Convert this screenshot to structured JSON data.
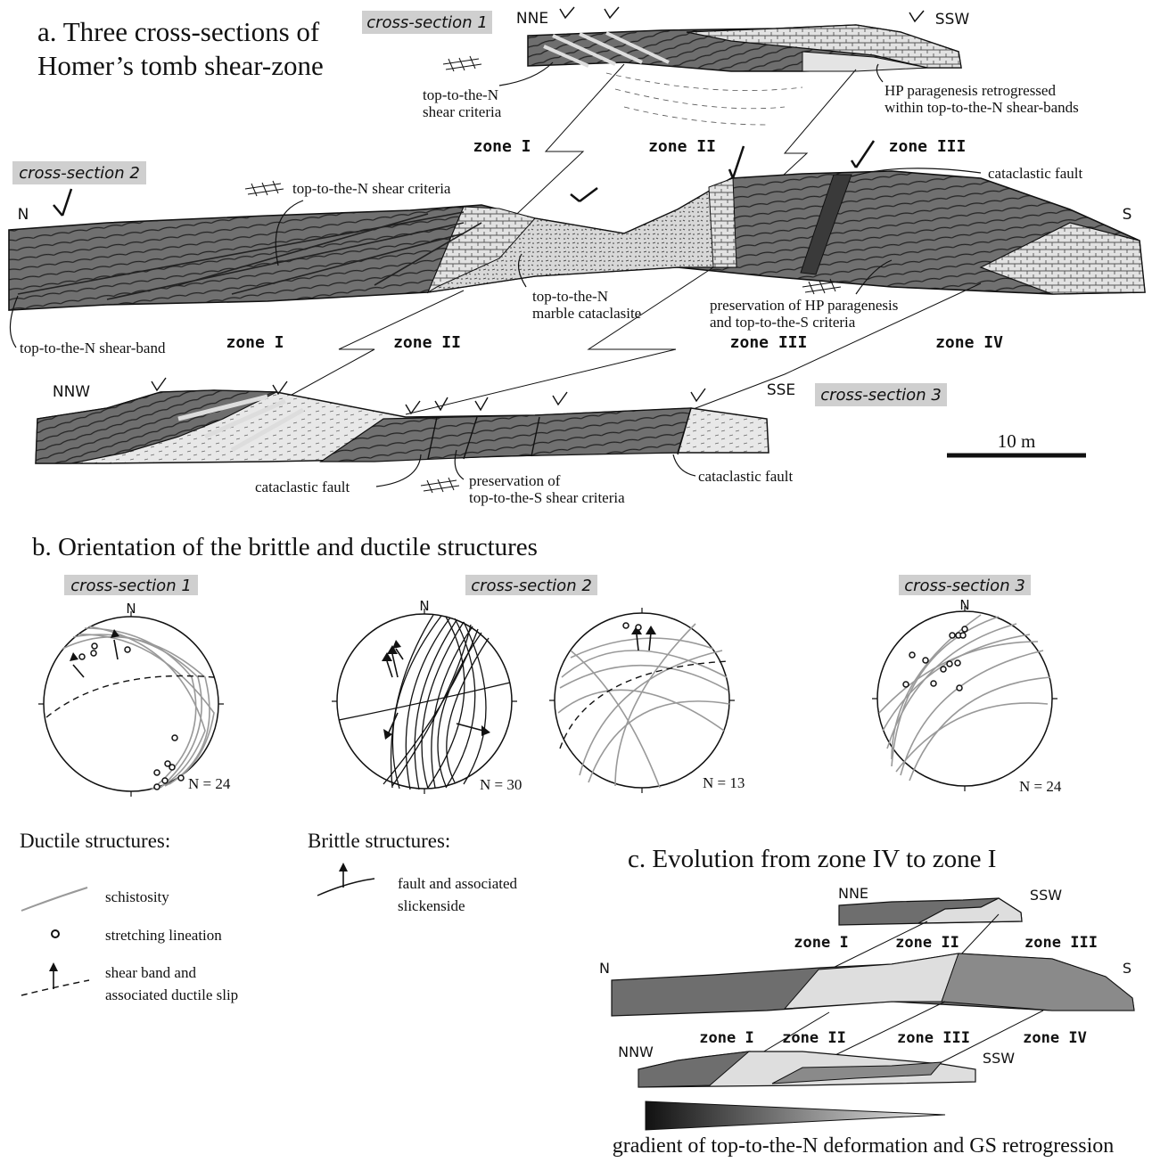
{
  "panel_a": {
    "title_line1": "a. Three cross-sections of",
    "title_line2": "Homer’s tomb shear-zone",
    "xs1": {
      "tag": "cross-section 1",
      "left": "NNE",
      "right": "SSW",
      "ann_shear": [
        "top-to-the-N",
        "shear criteria"
      ],
      "ann_hp": [
        "HP paragenesis retrogressed",
        "within top-to-the-N shear-bands"
      ]
    },
    "xs2": {
      "tag": "cross-section 2",
      "left": "N",
      "right": "S",
      "ann_top": "top-to-the-N shear criteria",
      "ann_cataclastic": "cataclastic fault",
      "ann_shearband": "top-to-the-N shear-band",
      "ann_marble": [
        "top-to-the-N",
        "marble cataclasite"
      ],
      "ann_hp": [
        "preservation of HP paragenesis",
        "and top-to-the-S criteria"
      ]
    },
    "xs3": {
      "tag": "cross-section 3",
      "left": "NNW",
      "right": "SSE",
      "ann_fault_left": "cataclastic fault",
      "ann_fault_right": "cataclastic fault",
      "ann_topS": [
        "preservation of",
        "top-to-the-S shear criteria"
      ]
    },
    "zones_upper": [
      "zone I",
      "zone II",
      "zone III"
    ],
    "zones_lower": [
      "zone I",
      "zone II",
      "zone III",
      "zone IV"
    ],
    "scale_label": "10 m"
  },
  "panel_b": {
    "title": "b. Orientation of the brittle and ductile structures",
    "tags": [
      "cross-section 1",
      "cross-section 2",
      "cross-section 3"
    ],
    "north": "N",
    "counts": [
      "N = 24",
      "N = 30",
      "N = 13",
      "N = 24"
    ]
  },
  "legend": {
    "ductile_title": "Ductile structures:",
    "schistosity": "schistosity",
    "lineation": "stretching lineation",
    "shear_band": [
      "shear band and",
      "associated ductile slip"
    ],
    "brittle_title": "Brittle structures:",
    "fault": [
      "fault and associated",
      "slickenside"
    ]
  },
  "panel_c": {
    "title": "c. Evolution from zone IV to zone I",
    "top_left": "NNE",
    "top_right": "SSW",
    "mid_left": "N",
    "mid_right": "S",
    "bot_left": "NNW",
    "bot_right": "SSW",
    "zones_upper": [
      "zone I",
      "zone II",
      "zone III"
    ],
    "zones_lower": [
      "zone I",
      "zone II",
      "zone III",
      "zone IV"
    ],
    "gradient_label": "gradient of top-to-the-N deformation and GS retrogression"
  },
  "colors": {
    "dark_rock": "#6e6e6e",
    "mid_rock": "#8a8a8a",
    "light_rock": "#dedede",
    "tag_box": "#cfcfcf"
  }
}
